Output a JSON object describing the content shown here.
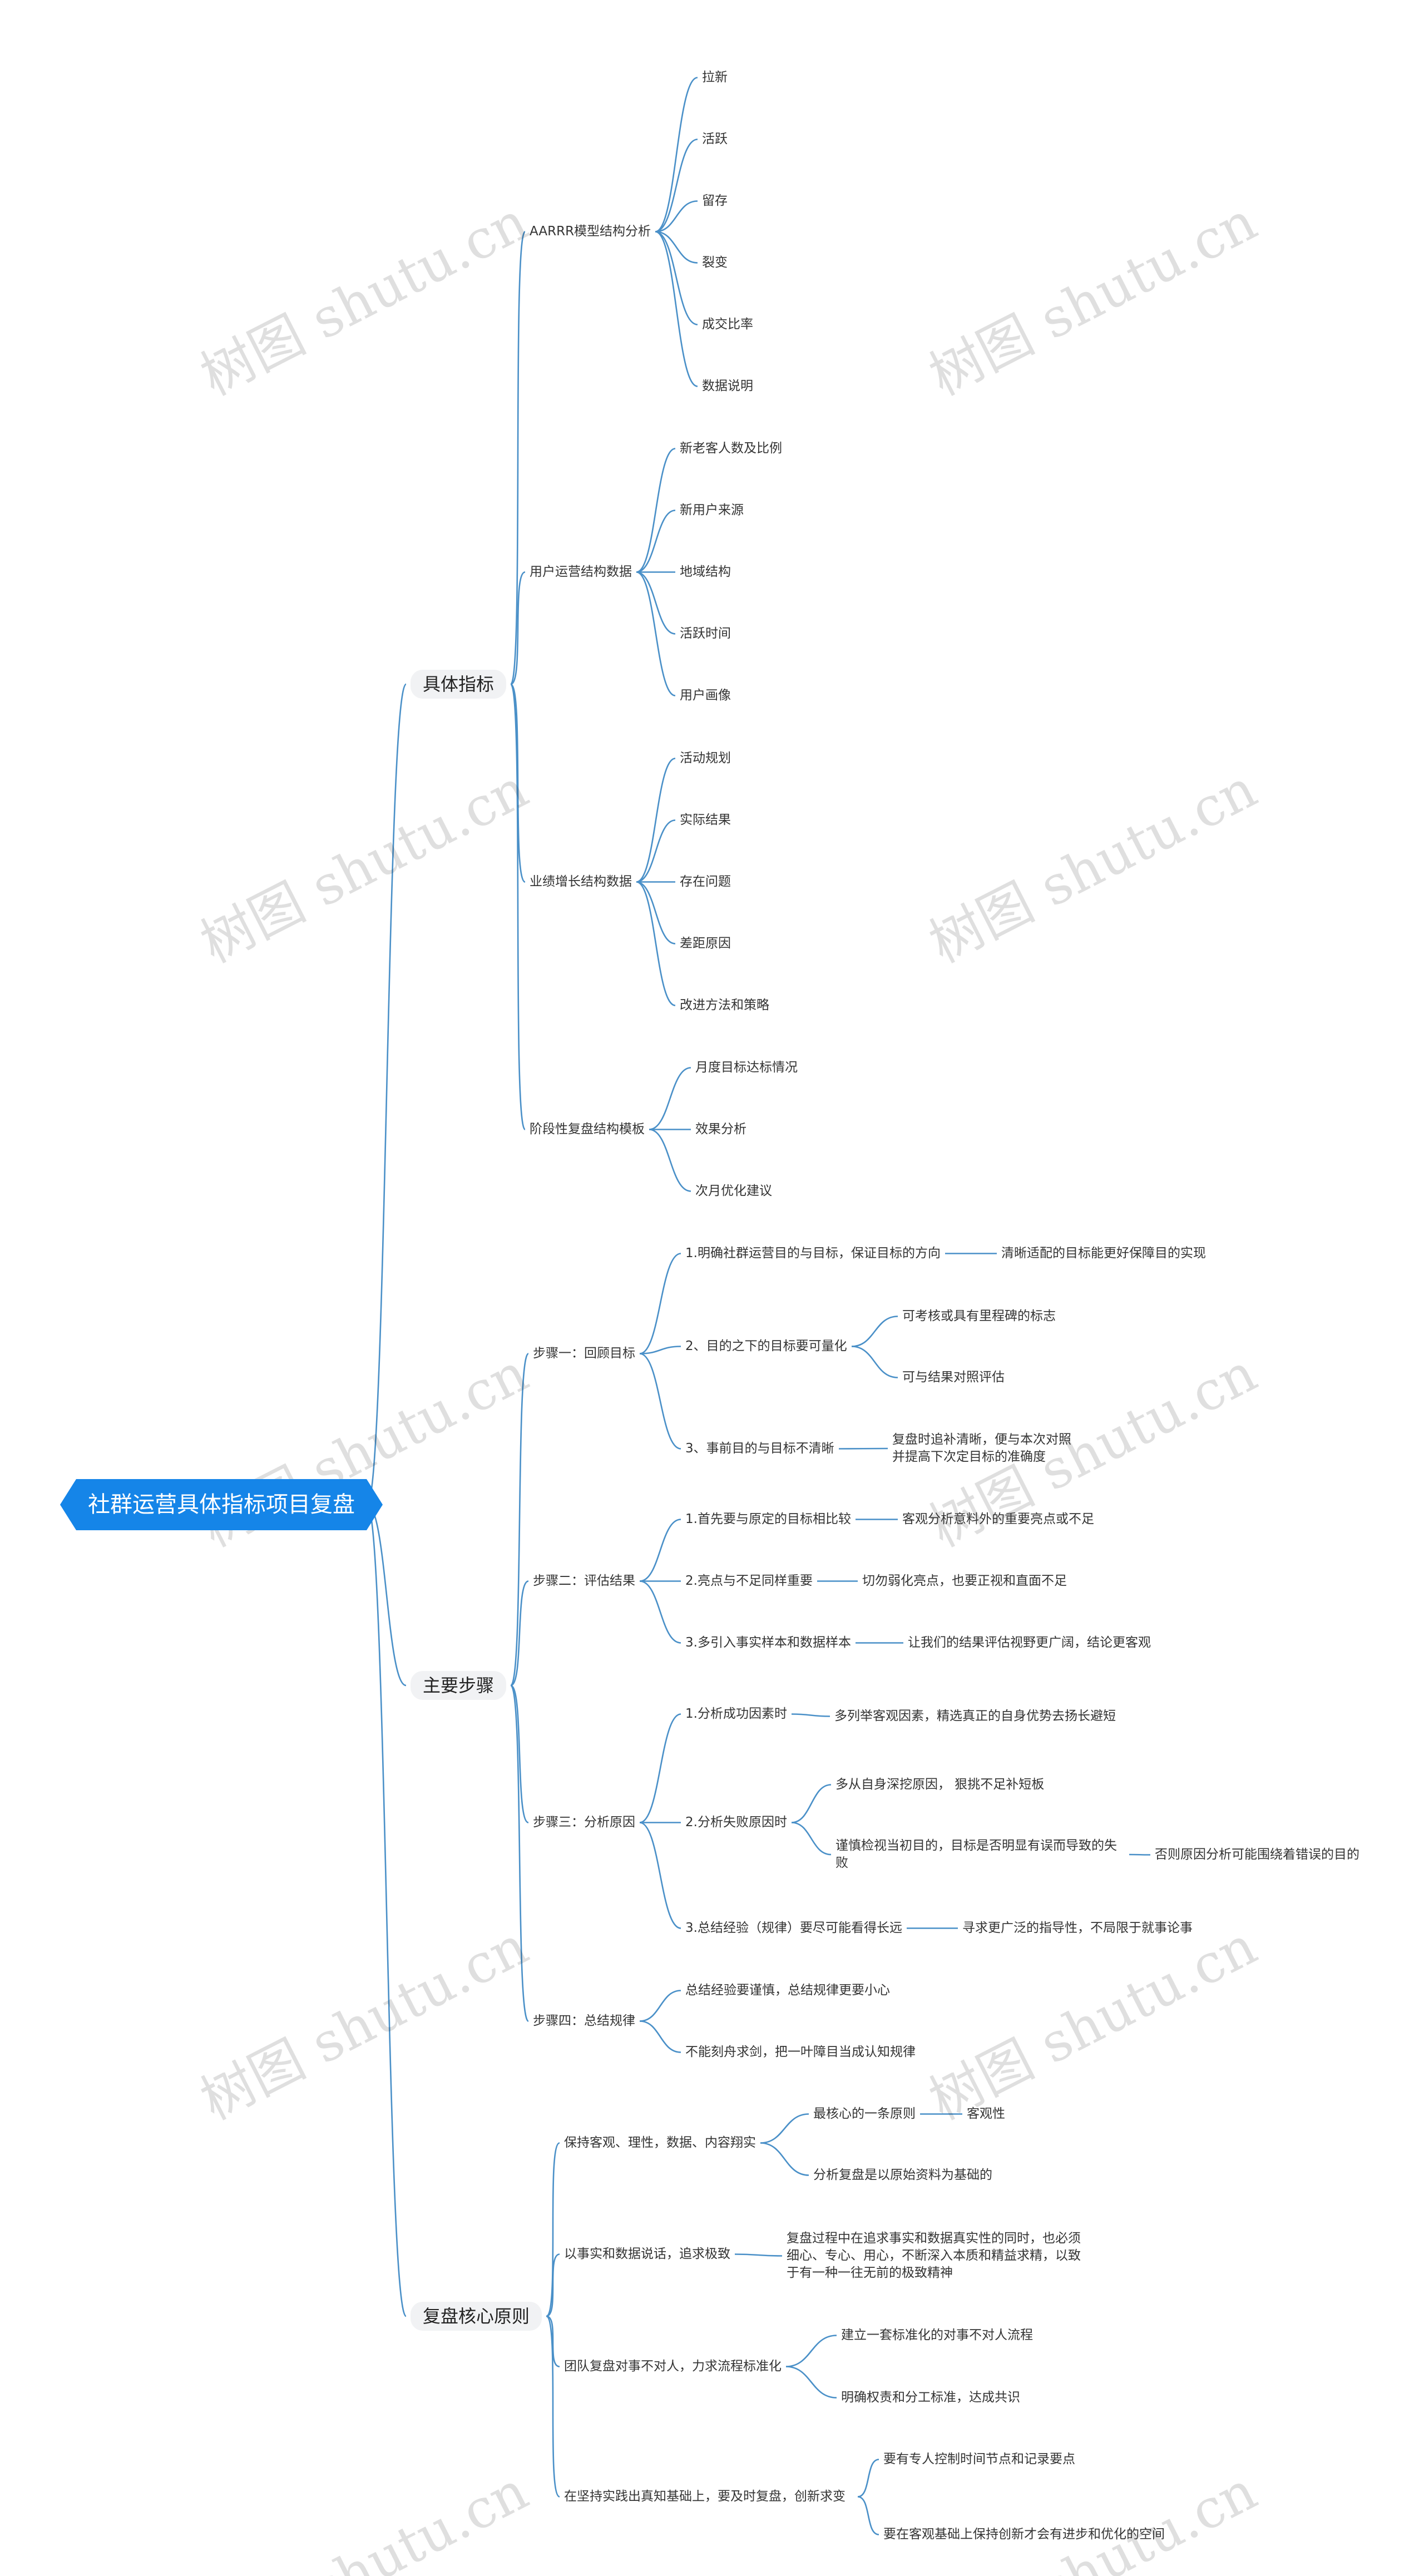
{
  "root": "社群运营具体指标项目复盘",
  "watermark": "树图 shutu.cn",
  "branches": [
    {
      "label": "具体指标",
      "children": [
        {
          "label": "AARRR模型结构分析",
          "children": [
            {
              "label": "拉新"
            },
            {
              "label": "活跃"
            },
            {
              "label": "留存"
            },
            {
              "label": "裂变"
            },
            {
              "label": "成交比率"
            },
            {
              "label": "数据说明"
            }
          ]
        },
        {
          "label": "用户运营结构数据",
          "children": [
            {
              "label": "新老客人数及比例"
            },
            {
              "label": "新用户来源"
            },
            {
              "label": "地域结构"
            },
            {
              "label": "活跃时间"
            },
            {
              "label": "用户画像"
            }
          ]
        },
        {
          "label": "业绩增长结构数据",
          "children": [
            {
              "label": "活动规划"
            },
            {
              "label": "实际结果"
            },
            {
              "label": "存在问题"
            },
            {
              "label": "差距原因"
            },
            {
              "label": "改进方法和策略"
            }
          ]
        },
        {
          "label": "阶段性复盘结构模板",
          "children": [
            {
              "label": "月度目标达标情况"
            },
            {
              "label": "效果分析"
            },
            {
              "label": "次月优化建议"
            }
          ]
        }
      ]
    },
    {
      "label": "主要步骤",
      "children": [
        {
          "label": "步骤一：回顾目标",
          "children": [
            {
              "label": "1.明确社群运营目的与目标，保证目标的方向",
              "children": [
                {
                  "label": "清晰适配的目标能更好保障目的实现"
                }
              ]
            },
            {
              "label": "2、目的之下的目标要可量化",
              "children": [
                {
                  "label": "可考核或具有里程碑的标志"
                },
                {
                  "label": "可与结果对照评估"
                }
              ]
            },
            {
              "label": "3、事前目的与目标不清晰",
              "children": [
                {
                  "label": "复盘时追补清晰，便与本次对照并提高下次定目标的准确度"
                }
              ]
            }
          ]
        },
        {
          "label": "步骤二：评估结果",
          "children": [
            {
              "label": "1.首先要与原定的目标相比较",
              "children": [
                {
                  "label": "客观分析意料外的重要亮点或不足"
                }
              ]
            },
            {
              "label": "2.亮点与不足同样重要",
              "children": [
                {
                  "label": "切勿弱化亮点，也要正视和直面不足"
                }
              ]
            },
            {
              "label": "3.多引入事实样本和数据样本",
              "children": [
                {
                  "label": "让我们的结果评估视野更广阔，结论更客观"
                }
              ]
            }
          ]
        },
        {
          "label": "步骤三：分析原因",
          "children": [
            {
              "label": "1.分析成功因素时",
              "children": [
                {
                  "label": "多列举客观因素，精选真正的自身优势去扬长避短"
                }
              ]
            },
            {
              "label": "2.分析失败原因时",
              "children": [
                {
                  "label": "多从自身深挖原因， 狠挑不足补短板"
                },
                {
                  "label": "谨慎检视当初目的，目标是否明显有误而导致的失败",
                  "children": [
                    {
                      "label": "否则原因分析可能围绕着错误的目的"
                    }
                  ]
                }
              ]
            },
            {
              "label": "3.总结经验（规律）要尽可能看得长远",
              "children": [
                {
                  "label": "寻求更广泛的指导性，不局限于就事论事"
                }
              ]
            }
          ]
        },
        {
          "label": "步骤四：总结规律",
          "children": [
            {
              "label": "总结经验要谨慎，总结规律更要小心"
            },
            {
              "label": "不能刻舟求剑，把一叶障目当成认知规律"
            }
          ]
        }
      ]
    },
    {
      "label": "复盘核心原则",
      "children": [
        {
          "label": "保持客观、理性，数据、内容翔实",
          "children": [
            {
              "label": "最核心的一条原则",
              "children": [
                {
                  "label": "客观性"
                }
              ]
            },
            {
              "label": "分析复盘是以原始资料为基础的"
            }
          ]
        },
        {
          "label": "以事实和数据说话，追求极致",
          "children": [
            {
              "label": "复盘过程中在追求事实和数据真实性的同时，也必须细心、专心、用心，不断深入本质和精益求精，以致于有一种一往无前的极致精神"
            }
          ]
        },
        {
          "label": "团队复盘对事不对人，力求流程标准化",
          "children": [
            {
              "label": "建立一套标准化的对事不对人流程"
            },
            {
              "label": "明确权责和分工标准，达成共识"
            }
          ]
        },
        {
          "label": "在坚持实践出真知基础上，要及时复盘，创新求变",
          "children": [
            {
              "label": "要有专人控制时间节点和记录要点"
            },
            {
              "label": "要在客观基础上保持创新才会有进步和优化的空间"
            }
          ]
        }
      ]
    }
  ]
}
